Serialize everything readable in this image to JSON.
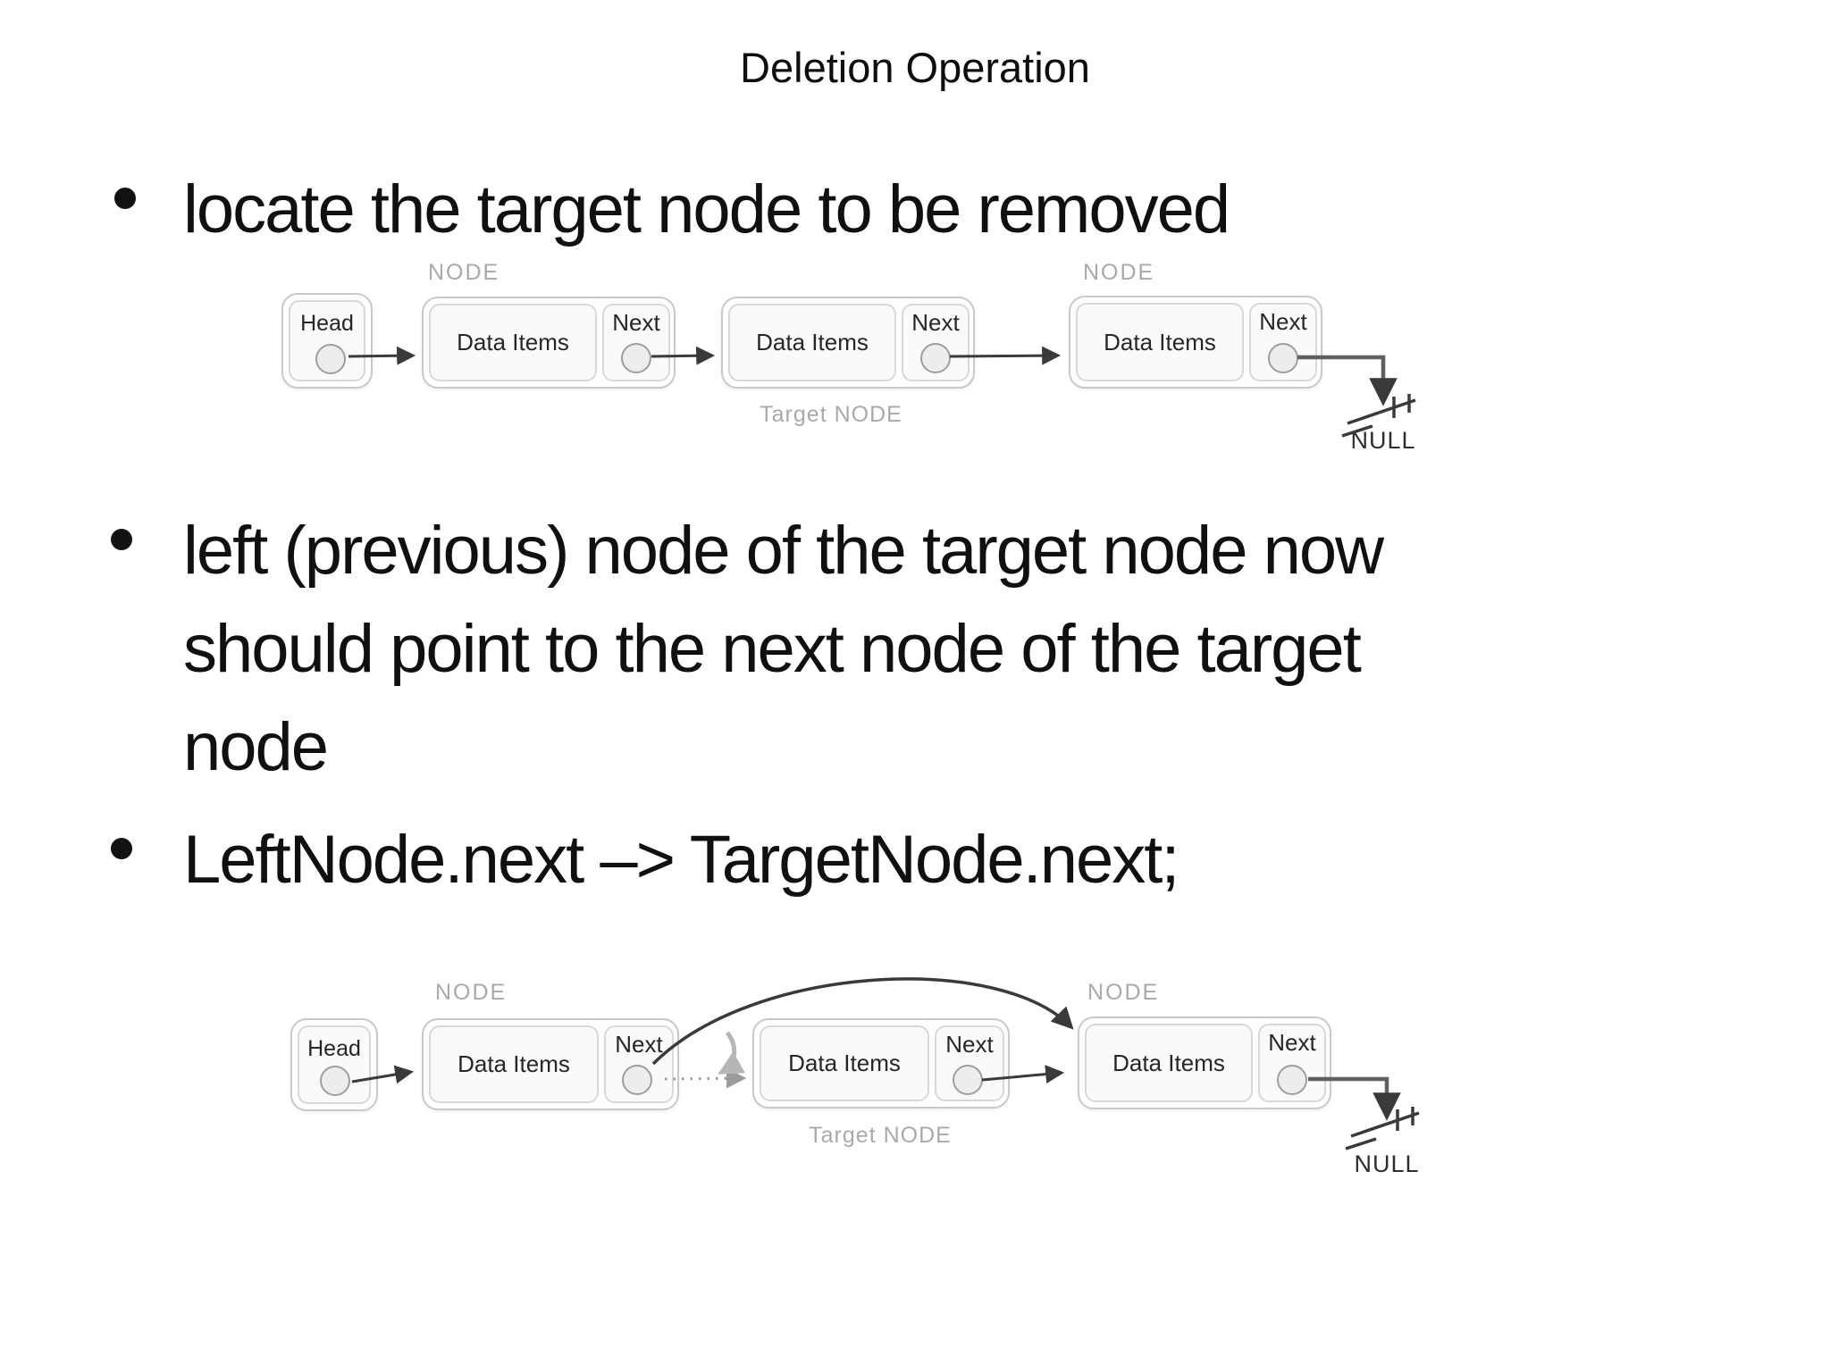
{
  "title": "Deletion Operation",
  "bullets": {
    "b1": "locate the target node to be removed",
    "b2_line1": "left (previous) node of the target node now",
    "b2_line2": "should point to the next node of the target",
    "b2_line3": "node",
    "b3": "LeftNode.next –> TargetNode.next;"
  },
  "diagram1": {
    "node_label_left": "NODE",
    "node_label_right": "NODE",
    "head_label": "Head",
    "nodes": [
      {
        "data": "Data Items",
        "next": "Next"
      },
      {
        "data": "Data Items",
        "next": "Next"
      },
      {
        "data": "Data Items",
        "next": "Next"
      }
    ],
    "target_label": "Target NODE",
    "null_label": "NULL"
  },
  "diagram2": {
    "node_label_left": "NODE",
    "node_label_right": "NODE",
    "head_label": "Head",
    "nodes": [
      {
        "data": "Data Items",
        "next": "Next"
      },
      {
        "data": "Data Items",
        "next": "Next"
      },
      {
        "data": "Data Items",
        "next": "Next"
      }
    ],
    "target_label": "Target NODE",
    "null_label": "NULL"
  },
  "colors": {
    "arrow": "#3a3a3a",
    "null_line": "#5f5f5f",
    "gray_label": "#a9a9a9",
    "dotted_arrow": "#9b9b9b",
    "hook_arrow": "#b6b6b6"
  }
}
